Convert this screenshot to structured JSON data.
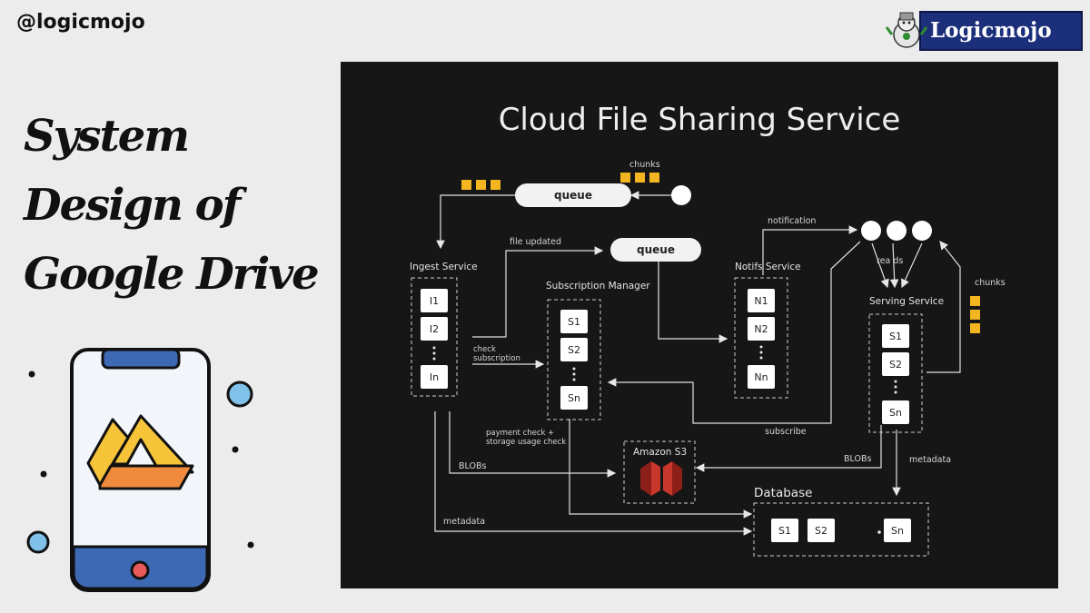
{
  "header": {
    "handle": "@logicmojo",
    "brand": "Logicmojo"
  },
  "title_lines": [
    "System",
    "Design of",
    "Google Drive"
  ],
  "diagram": {
    "title": "Cloud File Sharing Service",
    "labels": {
      "chunks_top": "chunks",
      "queue1": "queue",
      "queue2": "queue",
      "file_updated": "file updated",
      "notification": "notification",
      "reads": "rea ds",
      "chunks_right": "chunks",
      "check_subscription": "check\nsubscription",
      "subscribe": "subscribe",
      "payment_check": "payment check +\nstorage usage check",
      "blobs_left": "BLOBs",
      "blobs_right": "BLOBs",
      "metadata_right": "metadata",
      "metadata_bottom": "metadata"
    },
    "services": {
      "ingest": {
        "title": "Ingest Service",
        "nodes": [
          "I1",
          "I2",
          "In"
        ]
      },
      "subscription": {
        "title": "Subscription Manager",
        "nodes": [
          "S1",
          "S2",
          "Sn"
        ]
      },
      "notifs": {
        "title": "Notifs Service",
        "nodes": [
          "N1",
          "N2",
          "Nn"
        ]
      },
      "serving": {
        "title": "Serving Service",
        "nodes": [
          "S1",
          "S2",
          "Sn"
        ]
      },
      "s3": {
        "title": "Amazon S3"
      },
      "database": {
        "title": "Database",
        "nodes": [
          "S1",
          "S2",
          "Sn"
        ]
      }
    },
    "colors": {
      "chunk": "#f3b520",
      "background": "#161616",
      "s3": "#c9372c"
    }
  }
}
